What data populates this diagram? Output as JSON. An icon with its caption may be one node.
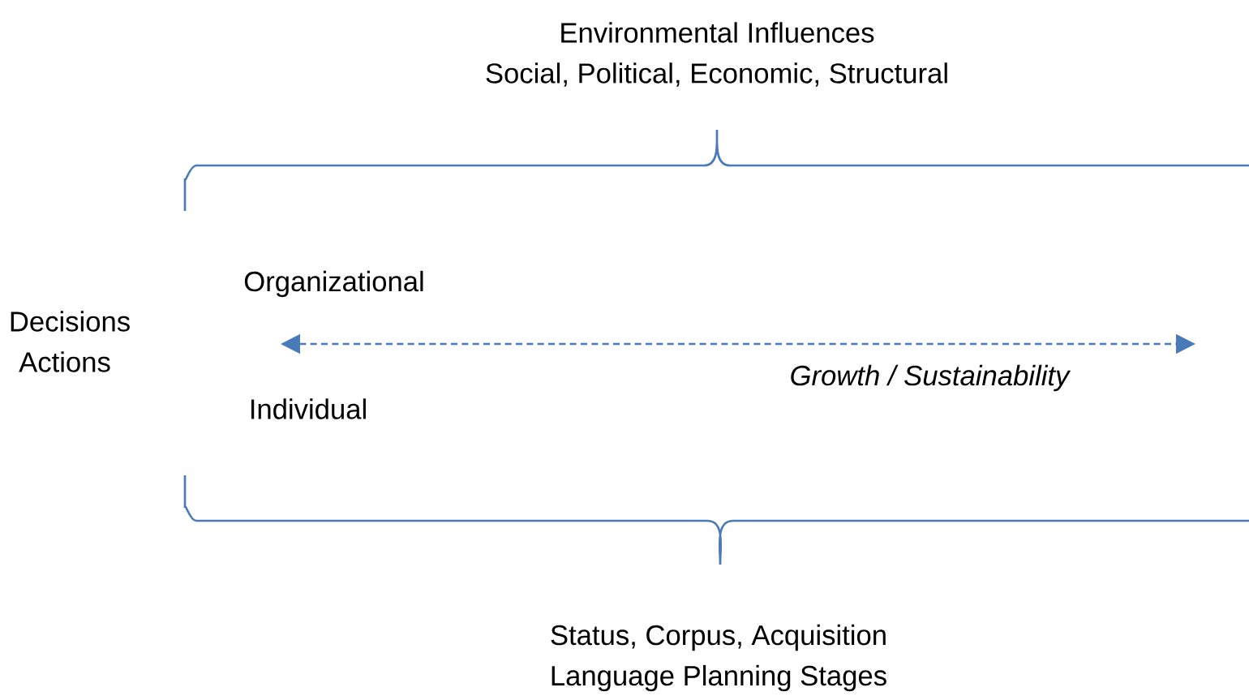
{
  "diagram": {
    "labels": [
      "Environmental Influences",
      "Social, Political, Economic, Structural",
      "Organizational",
      "Decisions",
      "Actions",
      "Growth / Sustainability",
      "Individual",
      "Status, Corpus, Acquisition",
      "Language Planning Stages"
    ]
  }
}
